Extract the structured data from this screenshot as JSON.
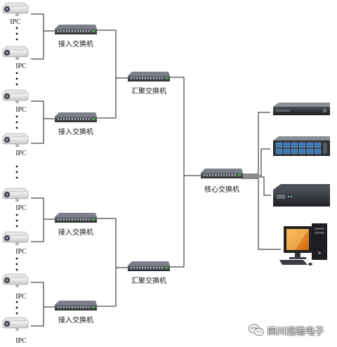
{
  "labels": {
    "ipc": "IPC",
    "access_switch": "接入交换机",
    "aggregation_switch": "汇聚交换机",
    "core_switch": "核心交换机"
  },
  "watermark": {
    "text": "四川远瞻电子",
    "icon": "wechat-icon"
  },
  "ipc_count": 8,
  "colors": {
    "line": "#1a1a1a",
    "device_dark": "#2b2d33",
    "storage_blue": "#3a78b8",
    "monitor_orange": "#e8891c",
    "camera_white": "#f2f2f2"
  }
}
